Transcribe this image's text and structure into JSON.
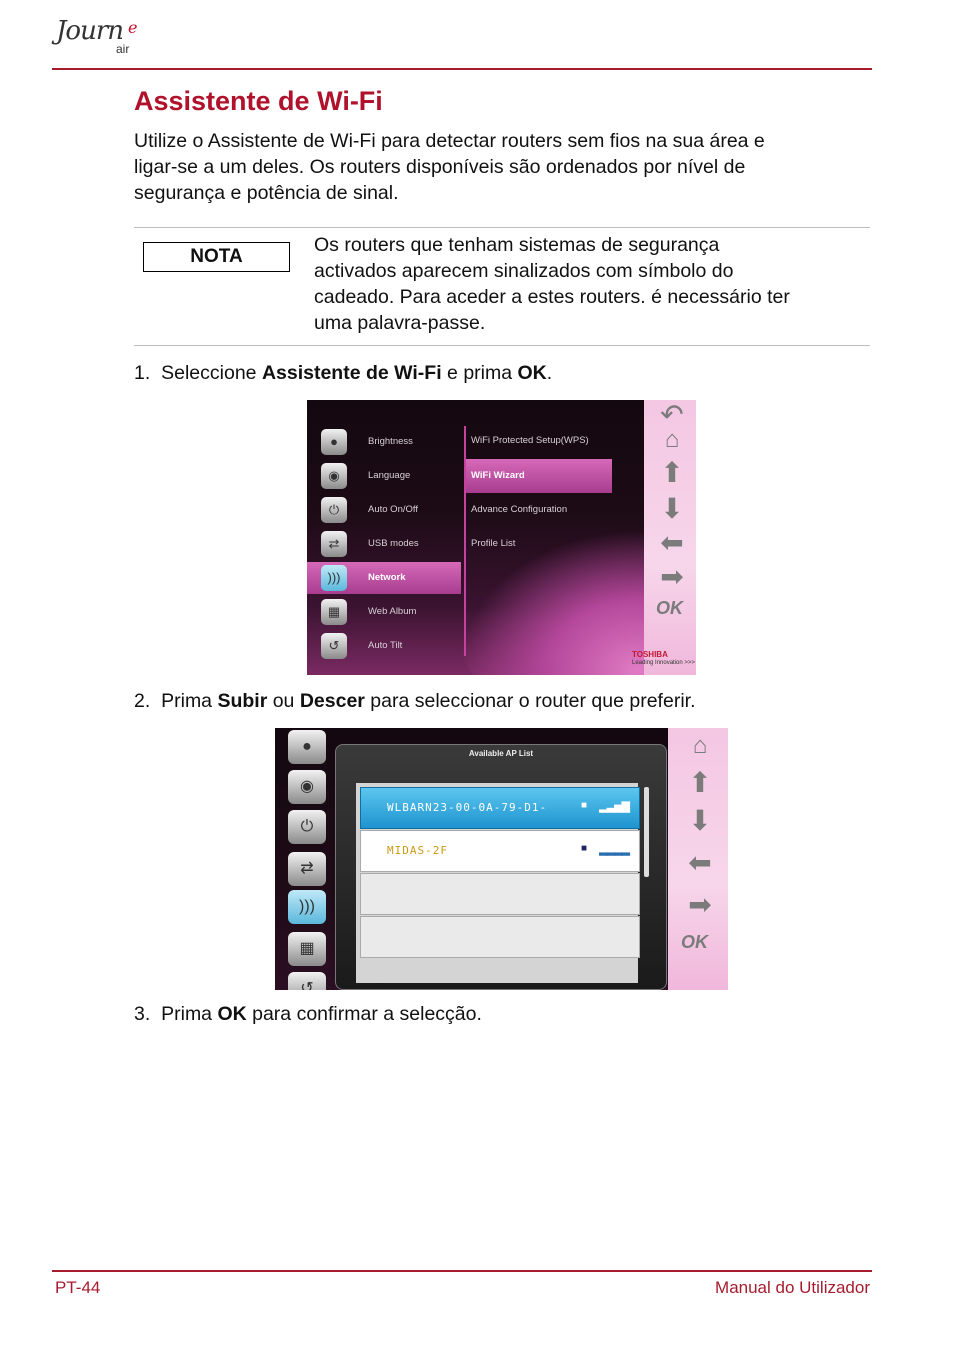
{
  "logo": {
    "script": "Journ",
    "e": "e",
    "air": "air"
  },
  "title": "Assistente de Wi-Fi",
  "intro": [
    "Utilize o Assistente de Wi-Fi para detectar routers sem fios na sua área e",
    "ligar-se a um deles. Os routers disponíveis são ordenados por nível de",
    "segurança e potência de sinal."
  ],
  "note": {
    "label": "NOTA",
    "lines": [
      "Os routers que tenham sistemas de segurança",
      "activados aparecem sinalizados com símbolo do",
      "cadeado. Para aceder a estes routers. é necessário ter",
      "uma palavra-passe."
    ]
  },
  "steps": [
    {
      "num": "1.",
      "pre": "Seleccione ",
      "b1": "Assistente de Wi-Fi",
      "mid": " e prima ",
      "b2": "OK",
      "post": "."
    },
    {
      "num": "2.",
      "pre": "Prima ",
      "b1": "Subir",
      "mid": " ou ",
      "b2": "Descer",
      "post": " para seleccionar o router que preferir."
    },
    {
      "num": "3.",
      "pre": "Prima ",
      "b1": "OK",
      "mid": "",
      "b2": "",
      "post": " para confirmar a selecção."
    }
  ],
  "screen1": {
    "menu": [
      "Brightness",
      "Language",
      "Auto On/Off",
      "USB modes",
      "Network",
      "Web Album",
      "Auto Tilt"
    ],
    "menu_selected": "Network",
    "submenu": [
      "WiFi Protected Setup(WPS)",
      "WiFi Wizard",
      "Advance Configuration",
      "Profile List"
    ],
    "submenu_selected": "WiFi Wizard",
    "ok": "OK",
    "brand": "TOSHIBA",
    "tagline": "Leading Innovation >>>"
  },
  "screen2": {
    "dialog_title": "Available AP List",
    "aps": [
      "WLBARN23-00-0A-79-D1-",
      "MIDAS-2F",
      "",
      ""
    ],
    "ok": "OK"
  },
  "footer": {
    "left": "PT-44",
    "right": "Manual do Utilizador"
  },
  "colors": {
    "accent": "#b0112b",
    "rule": "#a61c2e",
    "highlight": "#c04aa0"
  }
}
